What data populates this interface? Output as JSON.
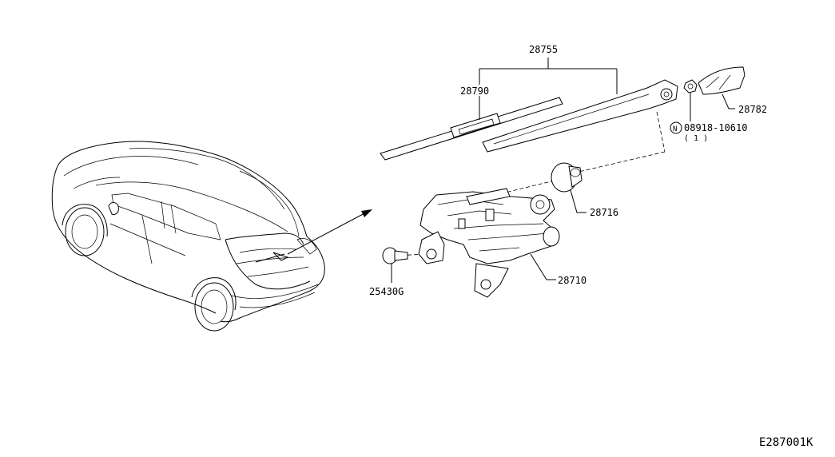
{
  "parts": {
    "p28755": "28755",
    "p28790": "28790",
    "p28782": "28782",
    "p08918_10610": "08918-10610",
    "p08918_qty": "( 1 )",
    "nut_symbol": "N",
    "p28716": "28716",
    "p28710": "28710",
    "p25430g": "25430G"
  },
  "diagram_code": "E287001K"
}
